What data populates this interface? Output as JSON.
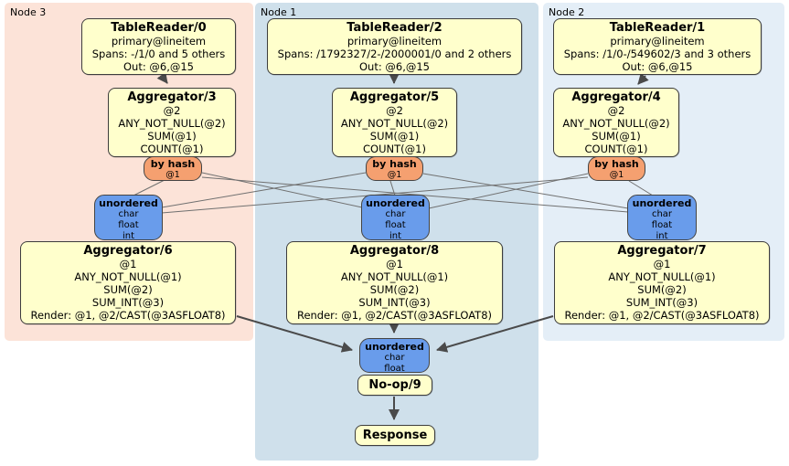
{
  "groups": {
    "node3": {
      "label": "Node 3",
      "bg": "#FCE3D8"
    },
    "node1": {
      "label": "Node 1",
      "bg": "#CFE0EB"
    },
    "node2": {
      "label": "Node 2",
      "bg": "#E4EEF7"
    }
  },
  "colors": {
    "processor_fill": "#FFFFCC",
    "router_fill": "#F5A070",
    "sync_fill": "#699CEB",
    "thin_edge": "#707070",
    "thick_edge": "#4a4a4a"
  },
  "processors": {
    "tr0": {
      "title": "TableReader/0",
      "lines": [
        "primary@lineitem",
        "Spans: -/1/0 and 5 others",
        "Out: @6,@15"
      ]
    },
    "tr2": {
      "title": "TableReader/2",
      "lines": [
        "primary@lineitem",
        "Spans: /1792327/2-/2000001/0 and 2 others",
        "Out: @6,@15"
      ]
    },
    "tr1": {
      "title": "TableReader/1",
      "lines": [
        "primary@lineitem",
        "Spans: /1/0-/549602/3 and 3 others",
        "Out: @6,@15"
      ]
    },
    "agg3": {
      "title": "Aggregator/3",
      "lines": [
        "@2",
        "ANY_NOT_NULL(@2)",
        "SUM(@1)",
        "COUNT(@1)"
      ]
    },
    "agg5": {
      "title": "Aggregator/5",
      "lines": [
        "@2",
        "ANY_NOT_NULL(@2)",
        "SUM(@1)",
        "COUNT(@1)"
      ]
    },
    "agg4": {
      "title": "Aggregator/4",
      "lines": [
        "@2",
        "ANY_NOT_NULL(@2)",
        "SUM(@1)",
        "COUNT(@1)"
      ]
    },
    "agg6": {
      "title": "Aggregator/6",
      "lines": [
        "@1",
        "ANY_NOT_NULL(@1)",
        "SUM(@2)",
        "SUM_INT(@3)",
        "Render: @1, @2/CAST(@3ASFLOAT8)"
      ]
    },
    "agg8": {
      "title": "Aggregator/8",
      "lines": [
        "@1",
        "ANY_NOT_NULL(@1)",
        "SUM(@2)",
        "SUM_INT(@3)",
        "Render: @1, @2/CAST(@3ASFLOAT8)"
      ]
    },
    "agg7": {
      "title": "Aggregator/7",
      "lines": [
        "@1",
        "ANY_NOT_NULL(@1)",
        "SUM(@2)",
        "SUM_INT(@3)",
        "Render: @1, @2/CAST(@3ASFLOAT8)"
      ]
    },
    "noop": {
      "title": "No-op/9"
    },
    "response": {
      "title": "Response"
    }
  },
  "routers": {
    "byhash3": {
      "title": "by hash",
      "lines": [
        "@1"
      ]
    },
    "byhash5": {
      "title": "by hash",
      "lines": [
        "@1"
      ]
    },
    "byhash4": {
      "title": "by hash",
      "lines": [
        "@1"
      ]
    }
  },
  "syncs": {
    "un3": {
      "title": "unordered",
      "lines": [
        "char",
        "float",
        "int"
      ]
    },
    "un1": {
      "title": "unordered",
      "lines": [
        "char",
        "float",
        "int"
      ]
    },
    "un2": {
      "title": "unordered",
      "lines": [
        "char",
        "float",
        "int"
      ]
    },
    "unfinal": {
      "title": "unordered",
      "lines": [
        "char",
        "float"
      ]
    }
  }
}
